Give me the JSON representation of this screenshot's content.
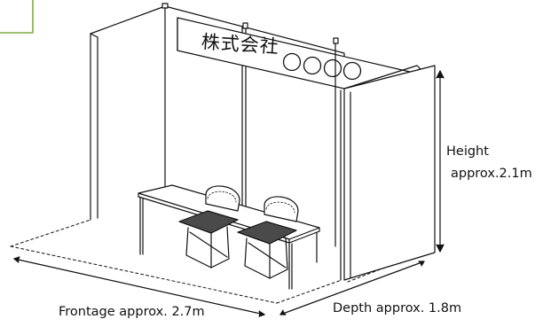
{
  "sign": {
    "text": "株式会社"
  },
  "labels": {
    "height_title": "Height",
    "height_value": "approx.2.1m",
    "frontage": "Frontage approx. 2.7m",
    "depth": "Depth approx. 1.8m"
  },
  "colors": {
    "corner_mark": "#7fae3e",
    "chair_seat": "#4a4a4a",
    "line": "#111111"
  }
}
